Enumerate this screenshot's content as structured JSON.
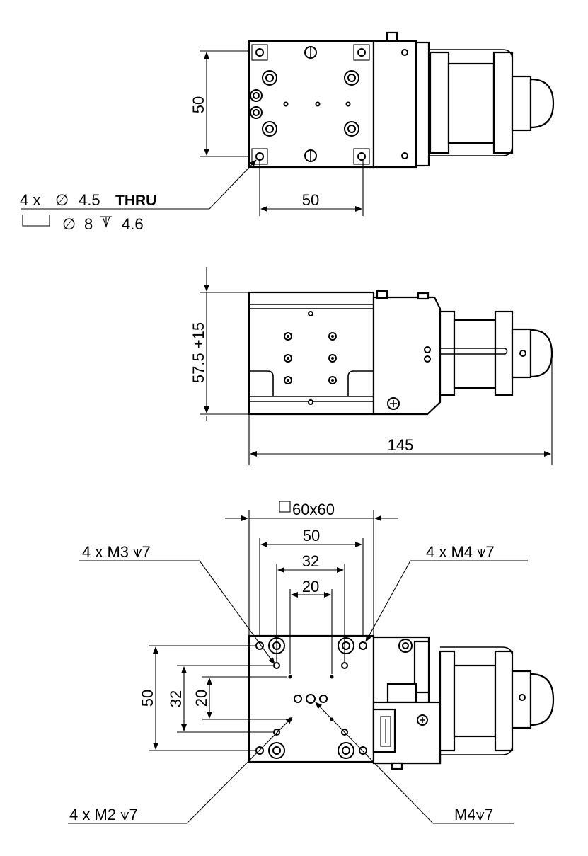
{
  "views": {
    "top": {
      "dim_height": "50",
      "dim_width": "50",
      "hole_callout": {
        "count": "4 x",
        "dia_symbol": "∅",
        "dia_value": "4.5",
        "thru": "THRU",
        "cbore_dia": "8",
        "depth_symbol": "⩛",
        "cbore_depth": "4.6"
      }
    },
    "side": {
      "dim_height": "57.5 +15",
      "dim_length": "145"
    },
    "bottom": {
      "dim_square": "60x60",
      "dim_50_h": "50",
      "dim_32_h": "32",
      "dim_20_h": "20",
      "dim_50_v": "50",
      "dim_32_v": "32",
      "dim_20_v": "20",
      "callout_m3": "4 x  M3 ⩛7",
      "callout_m4": "4 x  M4 ⩛7",
      "callout_m2": "4 x  M2 ⩛7",
      "callout_m4_center": "M4⩛7"
    }
  }
}
